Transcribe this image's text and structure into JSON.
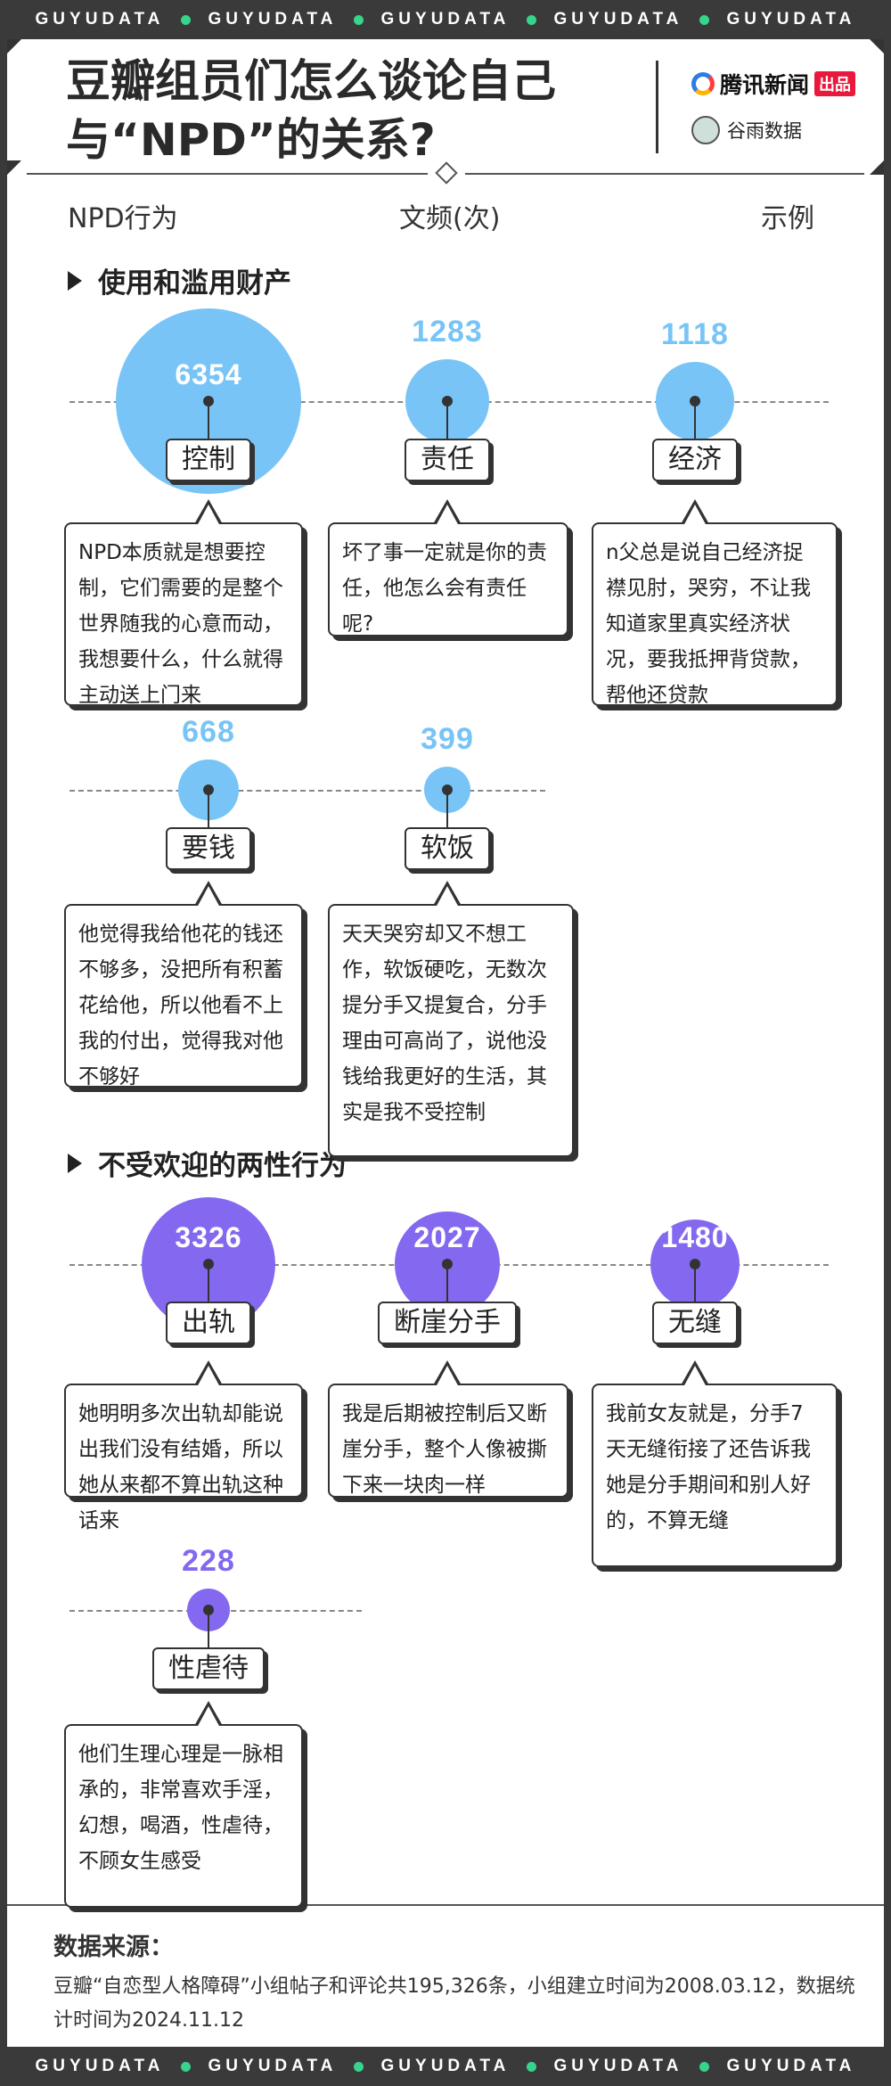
{
  "band": {
    "brand": "GUYUDATA"
  },
  "header": {
    "title_line1": "豆瓣组员们怎么谈论自己",
    "title_line2": "与“NPD”的关系?",
    "publisher1": "腾讯新闻",
    "publisher1_badge": "出品",
    "publisher2": "谷雨数据"
  },
  "columns": {
    "col1": "NPD行为",
    "col2": "文频(次)",
    "col3": "示例"
  },
  "colors": {
    "blue": "#78c4f7",
    "purple": "#8468ef"
  },
  "sections": [
    {
      "title": "使用和滥用财产"
    },
    {
      "title": "不受欢迎的两性行为"
    }
  ],
  "chart_data": {
    "type": "bubble",
    "items": [
      {
        "section": "使用和滥用财产",
        "label": "控制",
        "value": 6354,
        "example": "NPD本质就是想要控制，它们需要的是整个世界随我的心意而动，我想要什么，什么就得主动送上门来"
      },
      {
        "section": "使用和滥用财产",
        "label": "责任",
        "value": 1283,
        "example": "坏了事一定就是你的责任，他怎么会有责任呢?"
      },
      {
        "section": "使用和滥用财产",
        "label": "经济",
        "value": 1118,
        "example": "n父总是说自己经济捉襟见肘，哭穷，不让我知道家里真实经济状况，要我抵押背贷款，帮他还贷款"
      },
      {
        "section": "使用和滥用财产",
        "label": "要钱",
        "value": 668,
        "example": "他觉得我给他花的钱还不够多，没把所有积蓄花给他，所以他看不上我的付出，觉得我对他不够好"
      },
      {
        "section": "使用和滥用财产",
        "label": "软饭",
        "value": 399,
        "example": "天天哭穷却又不想工作，软饭硬吃，无数次提分手又提复合，分手理由可高尚了，说他没钱给我更好的生活，其实是我不受控制"
      },
      {
        "section": "不受欢迎的两性行为",
        "label": "出轨",
        "value": 3326,
        "example": "她明明多次出轨却能说出我们没有结婚，所以她从来都不算出轨这种话来"
      },
      {
        "section": "不受欢迎的两性行为",
        "label": "断崖分手",
        "value": 2027,
        "example": "我是后期被控制后又断崖分手，整个人像被撕下来一块肉一样"
      },
      {
        "section": "不受欢迎的两性行为",
        "label": "无缝",
        "value": 1480,
        "example": "我前女友就是，分手7天无缝衔接了还告诉我她是分手期间和别人好的，不算无缝"
      },
      {
        "section": "不受欢迎的两性行为",
        "label": "性虐待",
        "value": 228,
        "example": "他们生理心理是一脉相承的，非常喜欢手淫，幻想，喝酒，性虐待，不顾女生感受"
      }
    ]
  },
  "source": {
    "title": "数据来源：",
    "text": "豆瓣“自恋型人格障碍”小组帖子和评论共195,326条，小组建立时间为2008.03.12，数据统计时间为2024.11.12"
  }
}
